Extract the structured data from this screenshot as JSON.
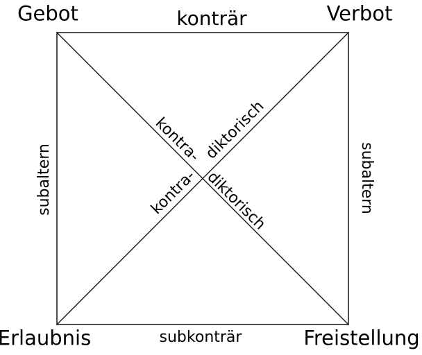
{
  "figure": {
    "background": "#ffffff",
    "text_color": "#000000",
    "square_stroke": "#4d4d4d",
    "diagonal_stroke": "#1a1a1a"
  },
  "corners": {
    "top_left": "Gebot",
    "top_right": "Verbot",
    "bottom_left": "Erlaubnis",
    "bottom_right": "Freistellung"
  },
  "edges": {
    "top": "konträr",
    "bottom": "subkonträr",
    "left": "subaltern",
    "right": "subaltern"
  },
  "diagonals": {
    "falling_first": "kontra-",
    "falling_second": "diktorisch",
    "rising_first": "kontra-",
    "rising_second": "diktorisch"
  }
}
